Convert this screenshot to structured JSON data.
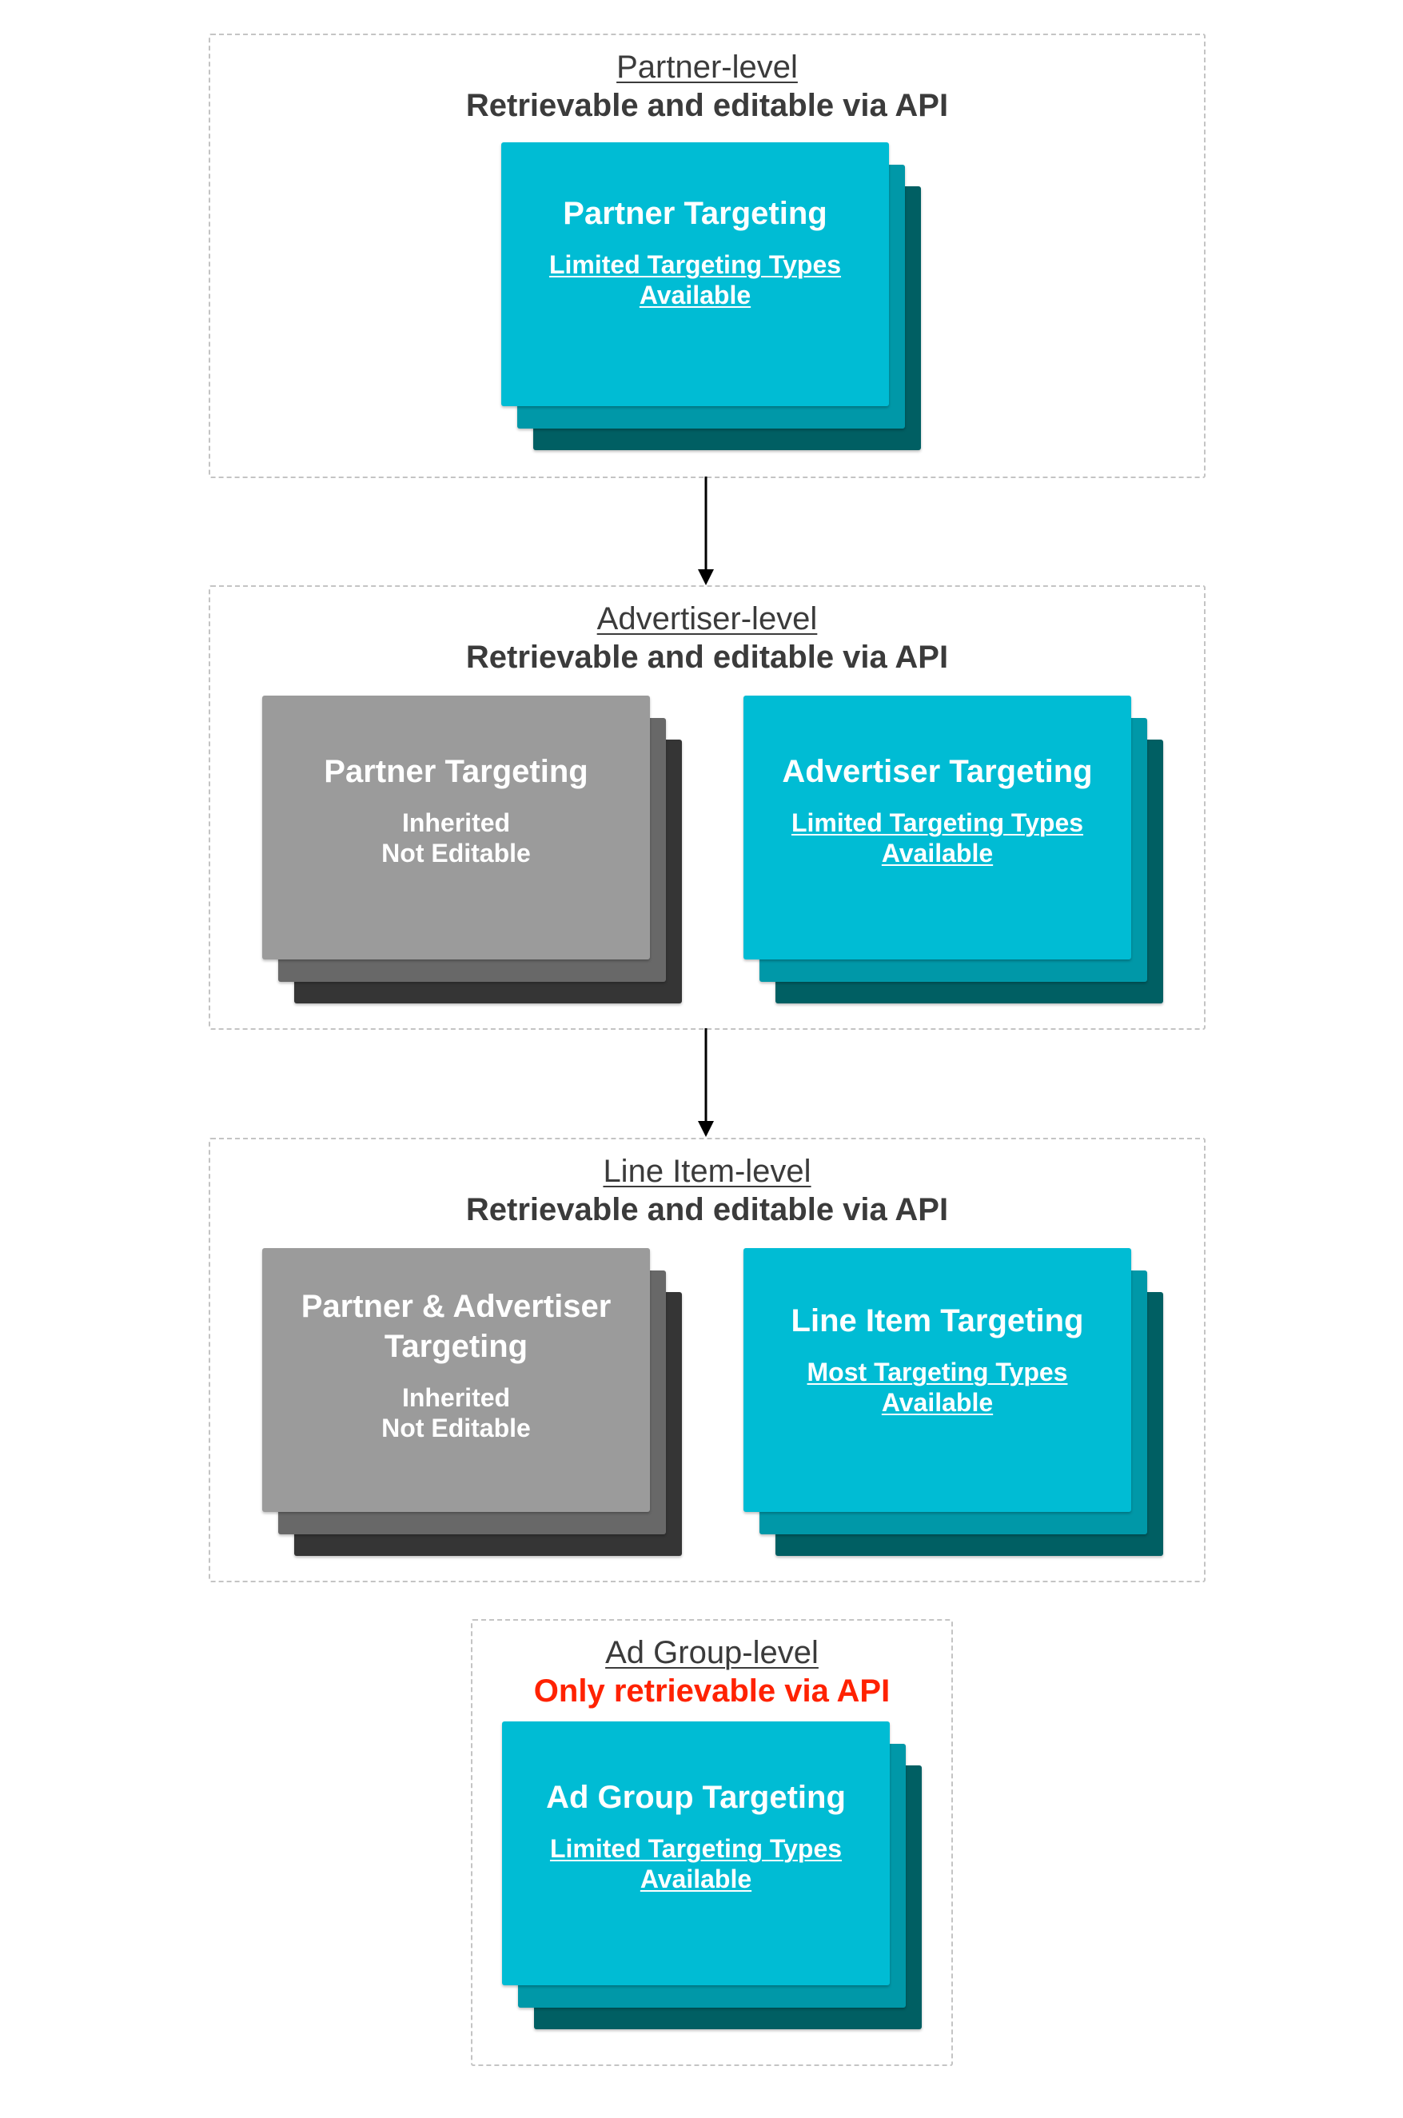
{
  "levels": {
    "partner": {
      "title": "Partner-level",
      "subtitle": "Retrievable and editable via API",
      "card": {
        "title": "Partner Targeting",
        "note": "Limited Targeting Types\nAvailable"
      }
    },
    "advertiser": {
      "title": "Advertiser-level",
      "subtitle": "Retrievable and editable via API",
      "inherited_card": {
        "title": "Partner Targeting",
        "note": "Inherited\nNot Editable"
      },
      "card": {
        "title": "Advertiser Targeting",
        "note": "Limited Targeting Types\nAvailable"
      }
    },
    "line_item": {
      "title": "Line Item-level",
      "subtitle": "Retrievable and editable via API",
      "inherited_card": {
        "title": "Partner & Advertiser\nTargeting",
        "note": "Inherited\nNot Editable"
      },
      "card": {
        "title": "Line Item Targeting",
        "note": "Most Targeting Types\nAvailable"
      }
    },
    "ad_group": {
      "title": "Ad Group-level",
      "subtitle": "Only retrievable via API",
      "card": {
        "title": "Ad Group Targeting",
        "note": "Limited Targeting Types\nAvailable"
      }
    }
  },
  "colors": {
    "teal_front": "#00bcd4",
    "teal_mid": "#0098a8",
    "teal_back": "#005f63",
    "gray_front": "#9b9b9b",
    "gray_mid": "#686868",
    "gray_back": "#353535",
    "warning_text": "#ff2200",
    "text": "#3b3b3b"
  }
}
